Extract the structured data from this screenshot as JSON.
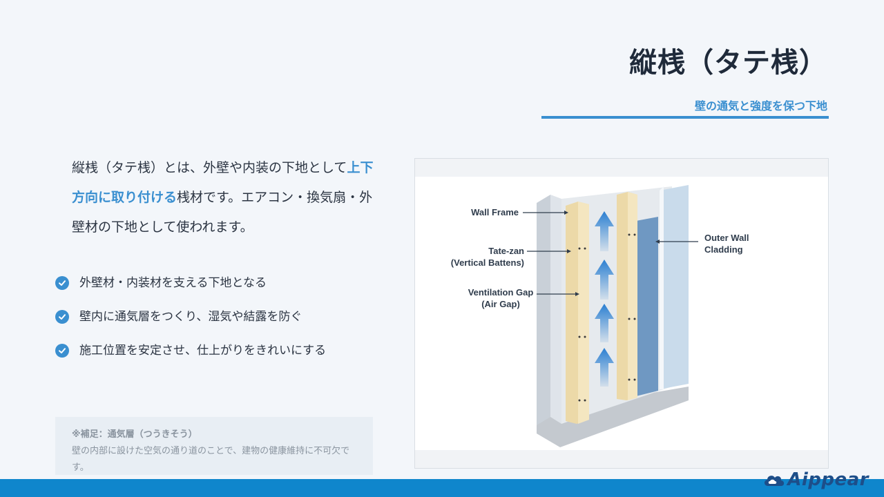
{
  "header": {
    "title": "縦桟（タテ桟）",
    "subtitle": "壁の通気と強度を保つ下地"
  },
  "lead": {
    "part1": "縦桟（タテ桟）とは、外壁や内装の下地として",
    "highlight": "上下方向に取り付ける",
    "part2": "桟材です。エアコン・換気扇・外壁材の下地として使われます。"
  },
  "bullets": [
    "外壁材・内装材を支える下地となる",
    "壁内に通気層をつくり、湿気や結露を防ぐ",
    "施工位置を安定させ、仕上がりをきれいにする"
  ],
  "note": {
    "title": "※補足：通気層（つうきそう）",
    "body": "壁の内部に設けた空気の通り道のことで、建物の健康維持に不可欠です。"
  },
  "figure": {
    "labels": {
      "wall_frame": "Wall Frame",
      "tate_zan_1": "Tate-zan",
      "tate_zan_2": "(Vertical Battens)",
      "gap_1": "Ventilation Gap",
      "gap_2": "(Air Gap)",
      "outer_1": "Outer Wall",
      "outer_2": "Cladding"
    }
  },
  "brand": {
    "name": "Aippear"
  },
  "colors": {
    "accent": "#3a8fd0",
    "bar": "#0f86cc",
    "title": "#1f2a3a"
  }
}
